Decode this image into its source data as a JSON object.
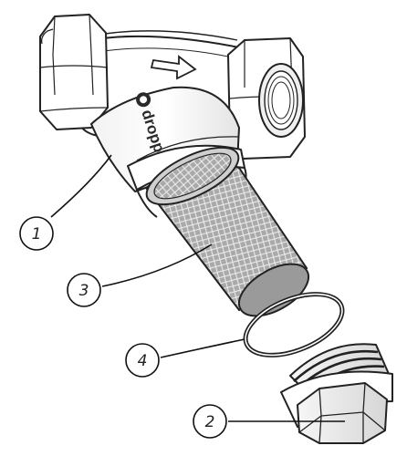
{
  "diagram": {
    "brand_logo": "dropp",
    "callouts": [
      {
        "id": "1",
        "label": "1",
        "part": "valve-body"
      },
      {
        "id": "2",
        "label": "2",
        "part": "drain-plug"
      },
      {
        "id": "3",
        "label": "3",
        "part": "mesh-filter-screen"
      },
      {
        "id": "4",
        "label": "4",
        "part": "o-ring-seal"
      }
    ],
    "flow_direction": "right",
    "colors": {
      "stroke": "#222222",
      "fill": "#ffffff",
      "mesh": "#9a9a9a",
      "shade": "#e6e6e6"
    }
  }
}
